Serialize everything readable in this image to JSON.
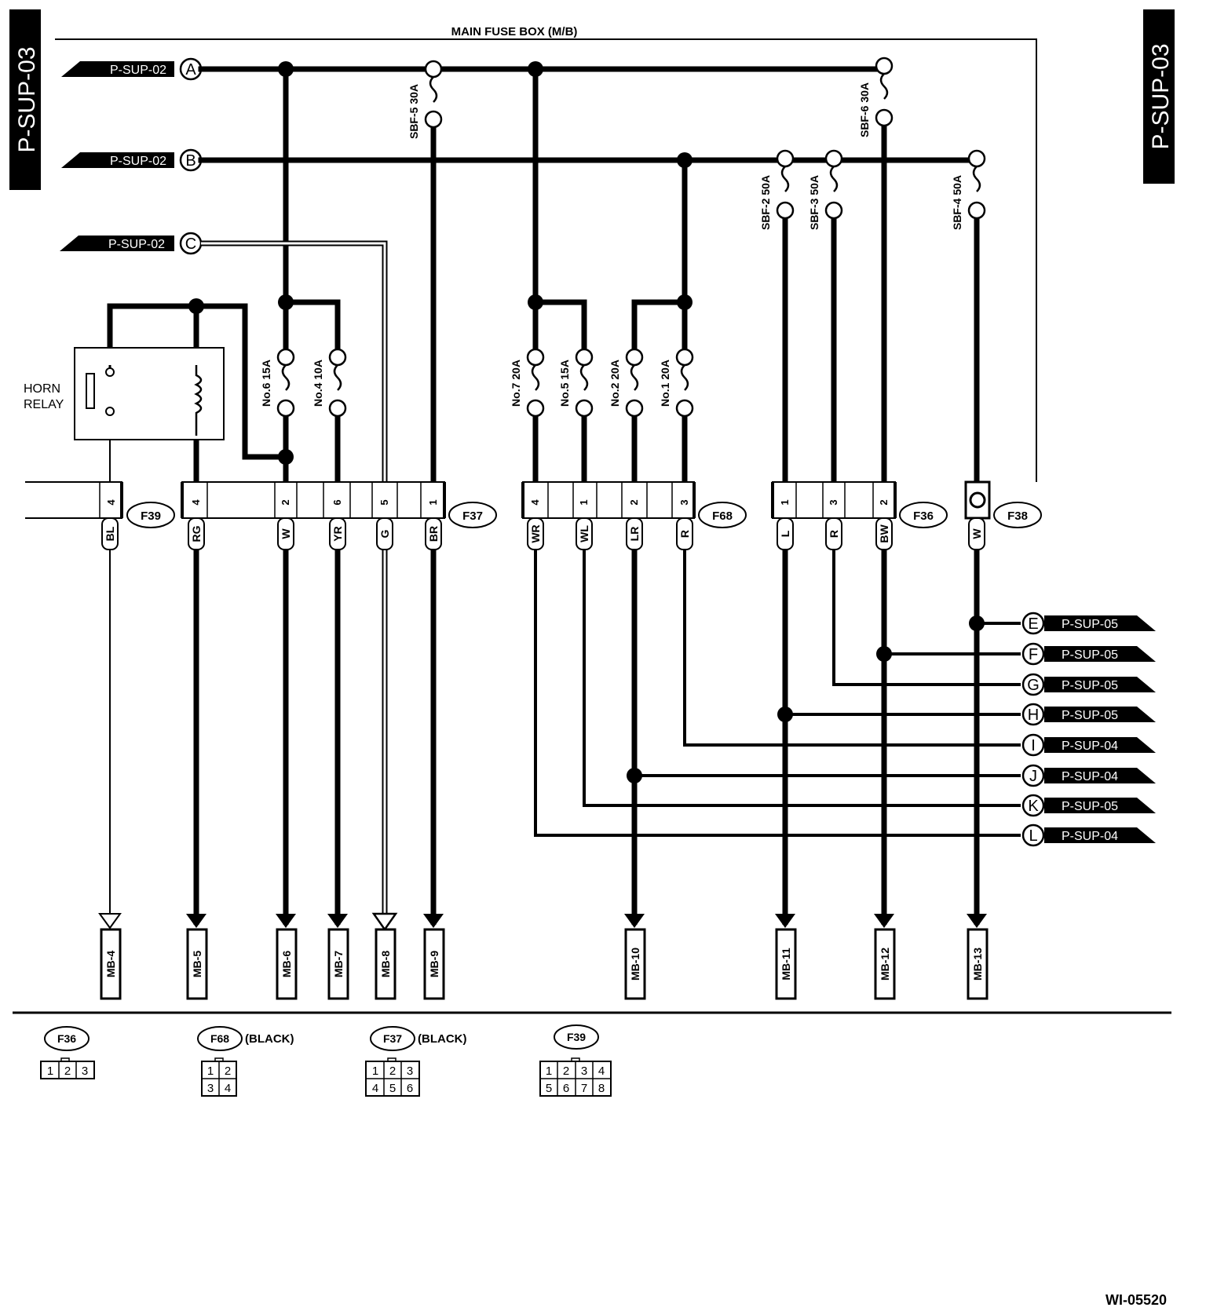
{
  "page_tab": "P-SUP-03",
  "fuse_box_title": "MAIN FUSE BOX (M/B)",
  "horn_relay": {
    "line1": "HORN",
    "line2": "RELAY"
  },
  "left_refs": [
    {
      "label": "P-SUP-02",
      "letter": "A"
    },
    {
      "label": "P-SUP-02",
      "letter": "B"
    },
    {
      "label": "P-SUP-02",
      "letter": "C"
    }
  ],
  "fuses": [
    {
      "id": "sbf5",
      "label": "SBF-5 30A"
    },
    {
      "id": "sbf6",
      "label": "SBF-6 30A"
    },
    {
      "id": "sbf2",
      "label": "SBF-2 50A"
    },
    {
      "id": "sbf3",
      "label": "SBF-3 50A"
    },
    {
      "id": "sbf4",
      "label": "SBF-4 50A"
    },
    {
      "id": "no6",
      "label": "No.6 15A"
    },
    {
      "id": "no4",
      "label": "No.4 10A"
    },
    {
      "id": "no7",
      "label": "No.7 20A"
    },
    {
      "id": "no5",
      "label": "No.5 15A"
    },
    {
      "id": "no2",
      "label": "No.2 20A"
    },
    {
      "id": "no1",
      "label": "No.1 20A"
    }
  ],
  "connectors": [
    {
      "id": "F39",
      "label": "F39"
    },
    {
      "id": "F37",
      "label": "F37"
    },
    {
      "id": "F68",
      "label": "F68"
    },
    {
      "id": "F36",
      "label": "F36"
    },
    {
      "id": "F38",
      "label": "F38"
    }
  ],
  "pins": [
    {
      "pin": "4",
      "wire": "BL"
    },
    {
      "pin": "4",
      "wire": "RG"
    },
    {
      "pin": "2",
      "wire": "W"
    },
    {
      "pin": "6",
      "wire": "YR"
    },
    {
      "pin": "5",
      "wire": "G"
    },
    {
      "pin": "1",
      "wire": "BR"
    },
    {
      "pin": "4",
      "wire": "WR"
    },
    {
      "pin": "1",
      "wire": "WL"
    },
    {
      "pin": "2",
      "wire": "LR"
    },
    {
      "pin": "3",
      "wire": "R"
    },
    {
      "pin": "1",
      "wire": "L"
    },
    {
      "pin": "3",
      "wire": "R"
    },
    {
      "pin": "2",
      "wire": "BW"
    },
    {
      "pin": "",
      "wire": "W"
    }
  ],
  "right_refs": [
    {
      "letter": "E",
      "label": "P-SUP-05"
    },
    {
      "letter": "F",
      "label": "P-SUP-05"
    },
    {
      "letter": "G",
      "label": "P-SUP-05"
    },
    {
      "letter": "H",
      "label": "P-SUP-05"
    },
    {
      "letter": "I",
      "label": "P-SUP-04"
    },
    {
      "letter": "J",
      "label": "P-SUP-04"
    },
    {
      "letter": "K",
      "label": "P-SUP-05"
    },
    {
      "letter": "L",
      "label": "P-SUP-04"
    }
  ],
  "mb_terminals": [
    "MB-4",
    "MB-5",
    "MB-6",
    "MB-7",
    "MB-8",
    "MB-9",
    "MB-10",
    "MB-11",
    "MB-12",
    "MB-13"
  ],
  "legend": [
    {
      "name": "F36",
      "note": "",
      "rows": [
        [
          "1",
          "2",
          "3"
        ]
      ]
    },
    {
      "name": "F68",
      "note": "(BLACK)",
      "rows": [
        [
          "1",
          "2"
        ],
        [
          "3",
          "4"
        ]
      ]
    },
    {
      "name": "F37",
      "note": "(BLACK)",
      "rows": [
        [
          "1",
          "2",
          "3"
        ],
        [
          "4",
          "5",
          "6"
        ]
      ]
    },
    {
      "name": "F39",
      "note": "",
      "rows": [
        [
          "1",
          "2",
          "3",
          "4"
        ],
        [
          "5",
          "6",
          "7",
          "8"
        ]
      ]
    }
  ],
  "figure_code": "WI-05520"
}
